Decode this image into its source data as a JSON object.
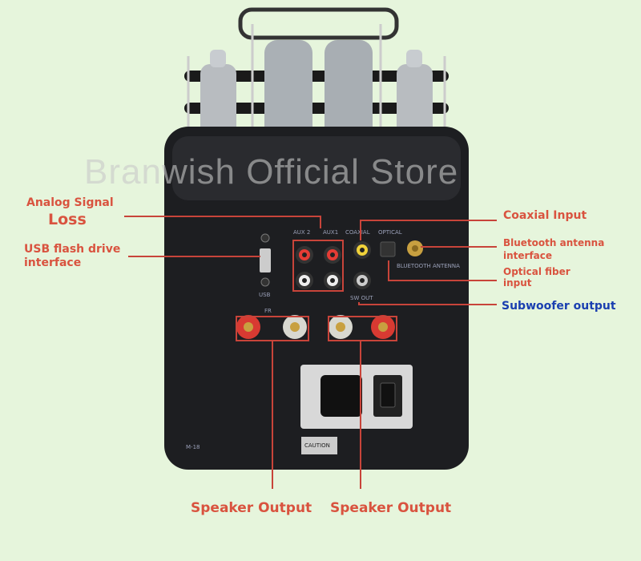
{
  "watermark": "Branwish Official Store",
  "callouts": {
    "analog_1": "Analog Signal",
    "analog_2": "Loss",
    "usb": "USB flash drive interface",
    "coaxial": "Coaxial Input",
    "bluetooth": "Bluetooth antenna interface",
    "optical": "Optical fiber input",
    "subwoofer": "Subwoofer output",
    "speaker_1": "Speaker Output",
    "speaker_2": "Speaker Output"
  },
  "panel_labels": {
    "aux2": "AUX 2",
    "aux1": "AUX1",
    "coaxial": "COAXIAL",
    "optical": "OPTICAL",
    "bt": "BLUETOOTH ANTENNA",
    "usb": "USB",
    "sw_out": "SW OUT",
    "fr": "FR",
    "model": "M-18",
    "caution": "CAUTION"
  },
  "colors": {
    "callout": "#d9533f",
    "callout_blue": "#1a3fb0",
    "background": "#e6f5dc"
  }
}
